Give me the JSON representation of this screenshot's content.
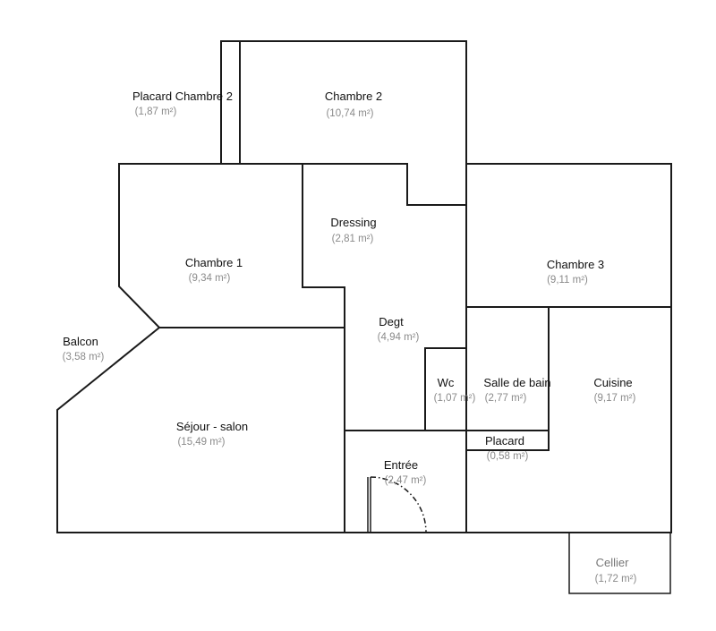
{
  "rooms": [
    {
      "id": "placard-chambre-2",
      "name": "Placard Chambre 2",
      "area": "(1,87 m²)"
    },
    {
      "id": "chambre-2",
      "name": "Chambre 2",
      "area": "(10,74 m²)"
    },
    {
      "id": "dressing",
      "name": "Dressing",
      "area": "(2,81 m²)"
    },
    {
      "id": "chambre-1",
      "name": "Chambre 1",
      "area": "(9,34 m²)"
    },
    {
      "id": "chambre-3",
      "name": "Chambre 3",
      "area": "(9,11 m²)"
    },
    {
      "id": "degt",
      "name": "Degt",
      "area": "(4,94 m²)"
    },
    {
      "id": "balcon",
      "name": "Balcon",
      "area": "(3,58 m²)"
    },
    {
      "id": "wc",
      "name": "Wc",
      "area": "(1,07 m²)"
    },
    {
      "id": "salle-de-bain",
      "name": "Salle de bain",
      "area": "(2,77 m²)"
    },
    {
      "id": "cuisine",
      "name": "Cuisine",
      "area": "(9,17 m²)"
    },
    {
      "id": "sejour-salon",
      "name": "Séjour - salon",
      "area": "(15,49 m²)"
    },
    {
      "id": "placard",
      "name": "Placard",
      "area": "(0,58 m²)"
    },
    {
      "id": "entree",
      "name": "Entrée",
      "area": "(2,47 m²)"
    },
    {
      "id": "cellier",
      "name": "Cellier",
      "area": "(1,72 m²)"
    }
  ],
  "colors": {
    "wall": "#1a1a1a",
    "name": "#111111",
    "area": "#8a8a8a"
  }
}
